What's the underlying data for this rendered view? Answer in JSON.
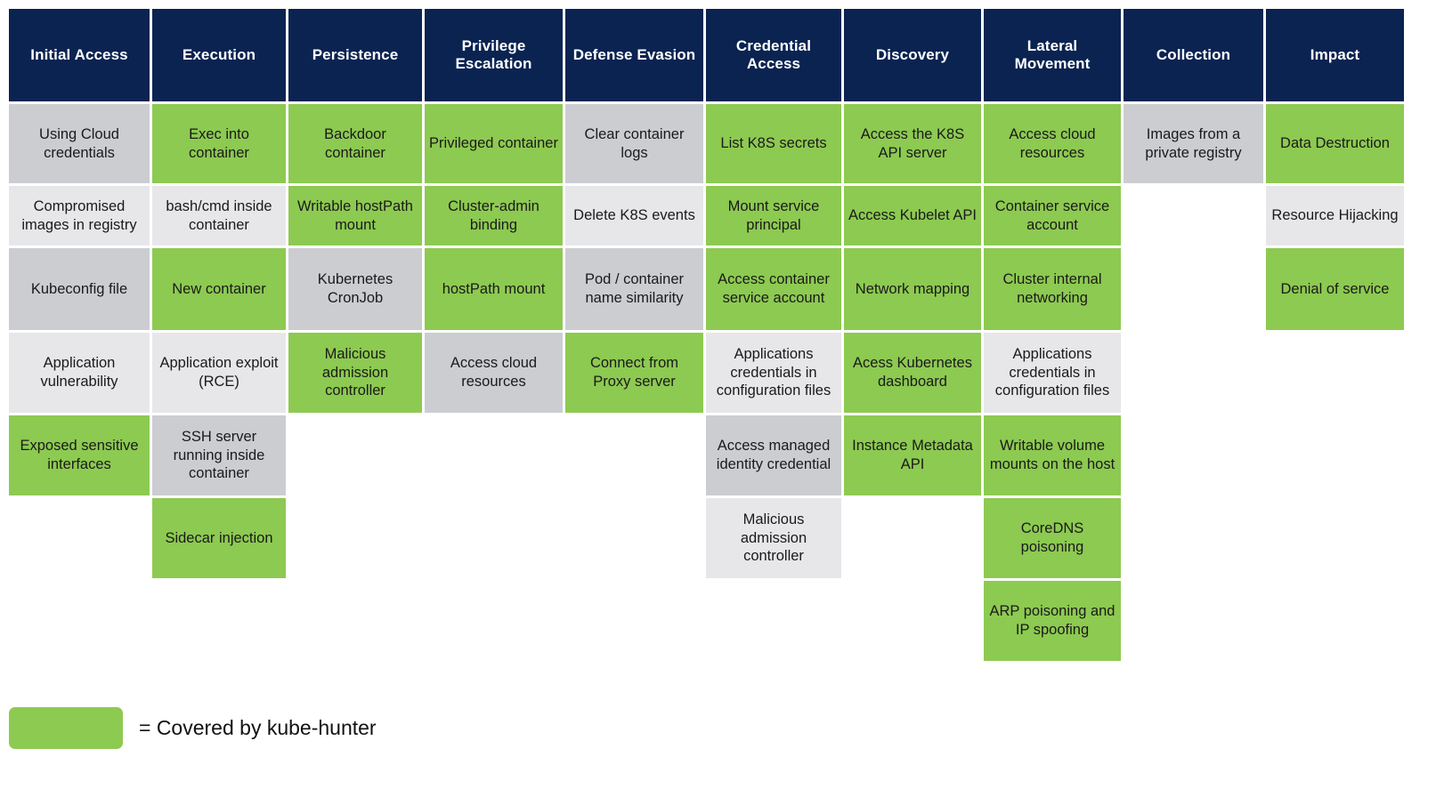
{
  "title": "Kubernetes Threat Matrix",
  "colors": {
    "header_bg": "#0A2351",
    "header_text": "#FFFFFF",
    "covered_green": "#8DCA51",
    "gray_dark": "#CBCDD1",
    "gray_light": "#E7E7E9",
    "page_bg": "#FFFFFF"
  },
  "legend": {
    "swatch_color": "#8DCA51",
    "label": "= Covered by kube-hunter"
  },
  "columns": [
    {
      "header": "Initial Access",
      "cells": [
        {
          "label": "Using Cloud credentials",
          "state": "gray-d"
        },
        {
          "label": "Compromised images in registry",
          "state": "gray-l"
        },
        {
          "label": "Kubeconfig file",
          "state": "gray-d"
        },
        {
          "label": "Application vulnerability",
          "state": "gray-l"
        },
        {
          "label": "Exposed sensitive interfaces",
          "state": "green"
        }
      ]
    },
    {
      "header": "Execution",
      "cells": [
        {
          "label": "Exec into container",
          "state": "green"
        },
        {
          "label": "bash/cmd inside container",
          "state": "gray-l"
        },
        {
          "label": "New container",
          "state": "green"
        },
        {
          "label": "Application exploit (RCE)",
          "state": "gray-l"
        },
        {
          "label": "SSH server running inside container",
          "state": "gray-d"
        },
        {
          "label": "Sidecar injection",
          "state": "green"
        }
      ]
    },
    {
      "header": "Persistence",
      "cells": [
        {
          "label": "Backdoor container",
          "state": "green"
        },
        {
          "label": "Writable hostPath mount",
          "state": "green"
        },
        {
          "label": "Kubernetes CronJob",
          "state": "gray-d"
        },
        {
          "label": "Malicious admission controller",
          "state": "green"
        }
      ]
    },
    {
      "header": "Privilege Escalation",
      "cells": [
        {
          "label": "Privileged container",
          "state": "green"
        },
        {
          "label": "Cluster-admin binding",
          "state": "green"
        },
        {
          "label": "hostPath mount",
          "state": "green"
        },
        {
          "label": "Access cloud resources",
          "state": "gray-d"
        }
      ]
    },
    {
      "header": "Defense Evasion",
      "cells": [
        {
          "label": "Clear container logs",
          "state": "gray-d"
        },
        {
          "label": "Delete K8S events",
          "state": "gray-l"
        },
        {
          "label": "Pod / container name similarity",
          "state": "gray-d"
        },
        {
          "label": "Connect from Proxy server",
          "state": "green"
        }
      ]
    },
    {
      "header": "Credential Access",
      "cells": [
        {
          "label": "List K8S secrets",
          "state": "green"
        },
        {
          "label": "Mount service principal",
          "state": "green"
        },
        {
          "label": "Access container service account",
          "state": "green"
        },
        {
          "label": "Applications credentials in configuration files",
          "state": "gray-l"
        },
        {
          "label": "Access managed identity credential",
          "state": "gray-d"
        },
        {
          "label": "Malicious admission controller",
          "state": "gray-l"
        }
      ]
    },
    {
      "header": "Discovery",
      "cells": [
        {
          "label": "Access the K8S API server",
          "state": "green"
        },
        {
          "label": "Access Kubelet API",
          "state": "green"
        },
        {
          "label": "Network mapping",
          "state": "green"
        },
        {
          "label": "Acess Kubernetes dashboard",
          "state": "green"
        },
        {
          "label": "Instance Metadata API",
          "state": "green"
        }
      ]
    },
    {
      "header": "Lateral Movement",
      "cells": [
        {
          "label": "Access cloud resources",
          "state": "green"
        },
        {
          "label": "Container service account",
          "state": "green"
        },
        {
          "label": "Cluster internal networking",
          "state": "green"
        },
        {
          "label": "Applications credentials in configuration files",
          "state": "gray-l"
        },
        {
          "label": "Writable volume mounts on the host",
          "state": "green"
        },
        {
          "label": "CoreDNS poisoning",
          "state": "green"
        },
        {
          "label": "ARP poisoning and IP spoofing",
          "state": "green"
        }
      ]
    },
    {
      "header": "Collection",
      "cells": [
        {
          "label": "Images from a private registry",
          "state": "gray-d"
        }
      ]
    },
    {
      "header": "Impact",
      "cells": [
        {
          "label": "Data Destruction",
          "state": "green"
        },
        {
          "label": "Resource Hijacking",
          "state": "gray-l"
        },
        {
          "label": "Denial of service",
          "state": "green"
        }
      ]
    }
  ]
}
